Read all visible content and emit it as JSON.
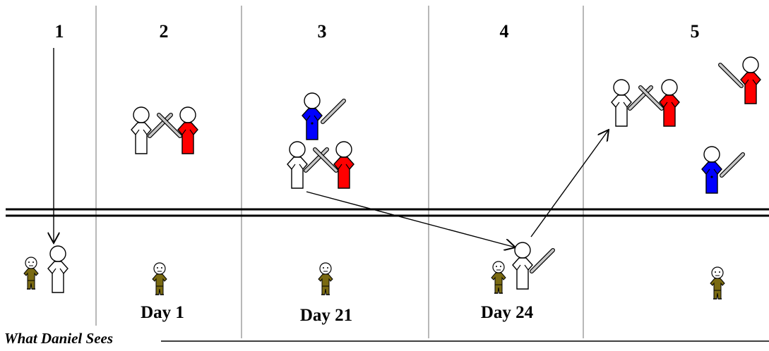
{
  "panels": [
    {
      "number": "1"
    },
    {
      "number": "2",
      "day": "Day 1"
    },
    {
      "number": "3",
      "day": "Day 21"
    },
    {
      "number": "4",
      "day": "Day 24"
    },
    {
      "number": "5"
    }
  ],
  "caption": "What Daniel Sees",
  "colors": {
    "white_figure": "#ffffff",
    "red_figure": "#ff0000",
    "blue_figure": "#0000ff",
    "human_figure": "#7a6a12",
    "outline": "#000000",
    "sword": "#c0c0c0",
    "divider": "#a0a0a0"
  },
  "icons": [
    "white-angel-figure",
    "red-angel-figure",
    "blue-angel-figure",
    "daniel-figure",
    "sword-icon",
    "arrow-icon"
  ]
}
